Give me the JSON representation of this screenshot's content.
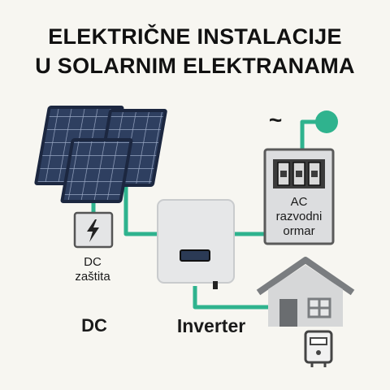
{
  "title": {
    "line1": "ELEKTRIČNE INSTALACIJE",
    "line2": "U SOLARNIM ELEKTRANAMA"
  },
  "labels": {
    "dc_protection": [
      "DC",
      "zaštita"
    ],
    "dc": "DC",
    "inverter": "Inverter",
    "ac_panel": [
      "AC",
      "razvodni",
      "ormar"
    ],
    "ac_symbol": "~"
  },
  "colors": {
    "wire": "#2fb38e",
    "panel_fill": "#2e3f60",
    "panel_frame": "#1c2740",
    "grid_node": "#2fb38e",
    "device_fill": "#e6e7e8"
  },
  "icons": [
    "solar-panel-icon",
    "lightning-bolt-icon",
    "inverter-icon",
    "breaker-panel-icon",
    "house-icon",
    "electric-meter-icon",
    "grid-connection-icon"
  ]
}
